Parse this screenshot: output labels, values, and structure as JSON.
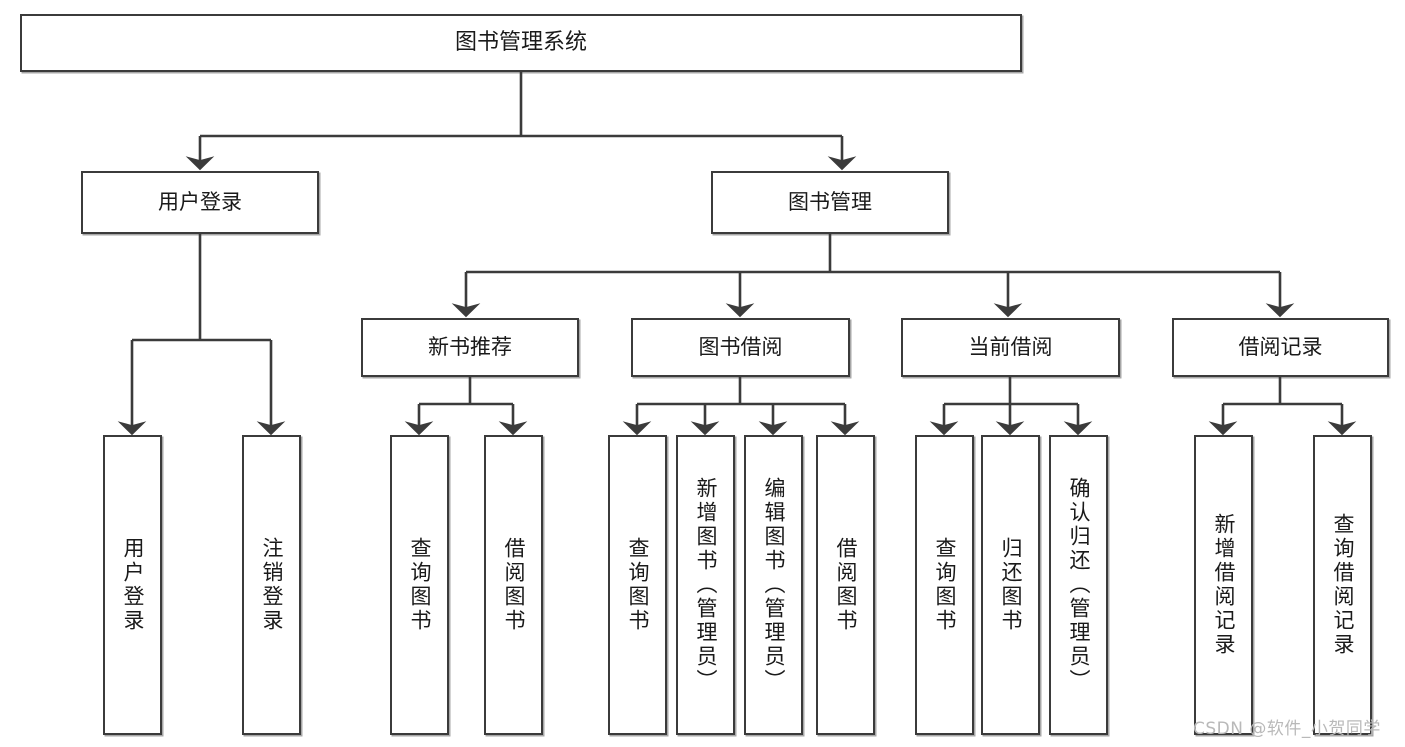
{
  "diagram": {
    "title": "图书管理系统",
    "type": "functional-structure-tree",
    "colors": {
      "box_border": "#3b3b3b",
      "box_fill": "#ffffff",
      "connector": "#3b3b3b",
      "text": "#1a1a1a",
      "watermark": "#b9b9b9",
      "background": "#ffffff"
    },
    "nodes": {
      "root": {
        "label": "图书管理系统"
      },
      "level2": [
        {
          "id": "user-login",
          "label": "用户登录"
        },
        {
          "id": "book-management",
          "label": "图书管理"
        }
      ],
      "level3": [
        {
          "id": "new-book-recommend",
          "label": "新书推荐"
        },
        {
          "id": "book-borrow",
          "label": "图书借阅"
        },
        {
          "id": "current-borrow",
          "label": "当前借阅"
        },
        {
          "id": "borrow-record",
          "label": "借阅记录"
        }
      ],
      "leaves": {
        "user_login": [
          {
            "id": "leaf-user-login",
            "label": "用户登录"
          },
          {
            "id": "leaf-logout-login",
            "label": "注销登录"
          }
        ],
        "new_book_recommend": [
          {
            "id": "leaf-query-book-1",
            "label": "查询图书"
          },
          {
            "id": "leaf-borrow-book-1",
            "label": "借阅图书"
          }
        ],
        "book_borrow": [
          {
            "id": "leaf-query-book-2",
            "label": "查询图书"
          },
          {
            "id": "leaf-add-book",
            "label": "新增图书（管理员）"
          },
          {
            "id": "leaf-edit-book",
            "label": "编辑图书（管理员）"
          },
          {
            "id": "leaf-borrow-book-2",
            "label": "借阅图书"
          }
        ],
        "current_borrow": [
          {
            "id": "leaf-query-book-3",
            "label": "查询图书"
          },
          {
            "id": "leaf-return-book",
            "label": "归还图书"
          },
          {
            "id": "leaf-confirm-return",
            "label": "确认归还（管理员）"
          }
        ],
        "borrow_record": [
          {
            "id": "leaf-add-borrow-record",
            "label": "新增借阅记录"
          },
          {
            "id": "leaf-query-borrow-record",
            "label": "查询借阅记录"
          }
        ]
      }
    },
    "watermark": "CSDN @软件_小贺同学"
  }
}
